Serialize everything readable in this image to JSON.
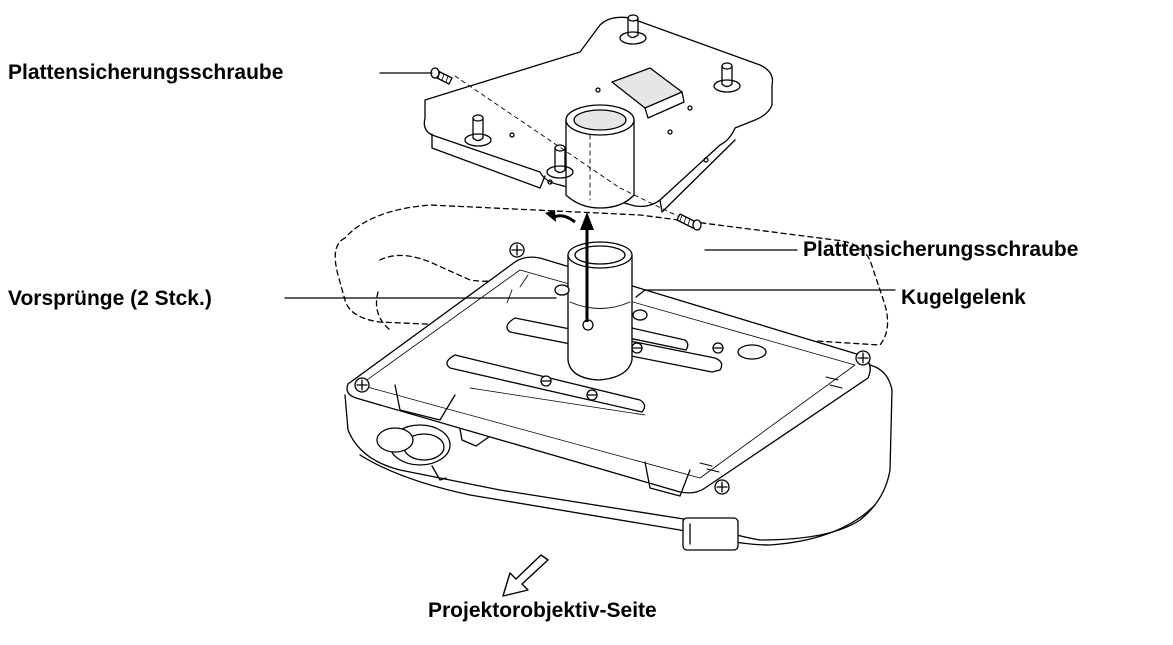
{
  "labels": {
    "plate_screw_top": "Plattensicherungsschraube",
    "plate_screw_right": "Plattensicherungsschraube",
    "ball_joint": "Kugelgelenk",
    "projections": "Vorsprünge (2 Stck.)",
    "lens_side": "Projektorobjektiv-Seite"
  },
  "colors": {
    "line": "#000000",
    "fill": "#ffffff",
    "shade": "#e6e6e6"
  }
}
